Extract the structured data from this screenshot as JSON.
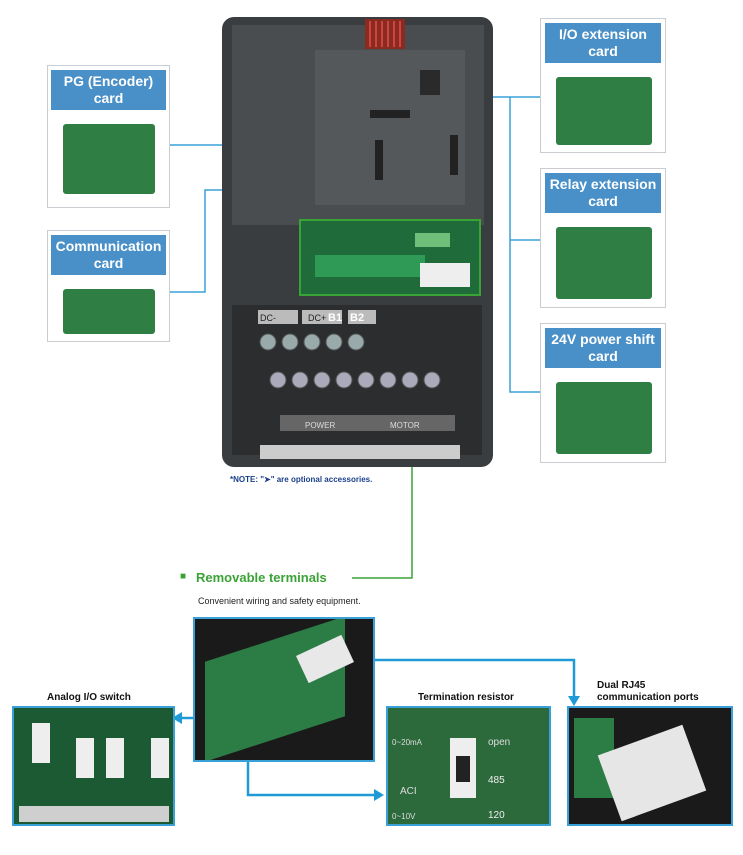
{
  "cards": {
    "pg_encoder": "PG (Encoder)\ncard",
    "communication": "Communication\ncard",
    "io_extension": "I/O extension\ncard",
    "relay_extension": "Relay extension\ncard",
    "power_shift": "24V power shift\ncard"
  },
  "note": "*NOTE: \"➤\" are optional accessories.",
  "removable": {
    "bullet": "■",
    "title": "Removable terminals",
    "subtitle": "Convenient wiring and safety equipment."
  },
  "captions": {
    "analog": "Analog I/O switch",
    "termination": "Termination resistor",
    "rj45": "Dual RJ45\ncommunication ports"
  },
  "drive_labels": {
    "dc_minus": "DC-",
    "dc_plus": "DC+",
    "b1": "B1",
    "b2": "B2",
    "power": "POWER",
    "motor": "MOTOR"
  },
  "switch_labels": {
    "open": "open",
    "r485": "485",
    "r120": "120",
    "ma": "0~20mA",
    "aci": "ACI",
    "ten": "0~10V"
  },
  "colors": {
    "card_title_bg": "#4a90c8",
    "connector_line": "#3aa0d8",
    "removable_green": "#3aa335",
    "note_blue": "#1a3f8a"
  }
}
